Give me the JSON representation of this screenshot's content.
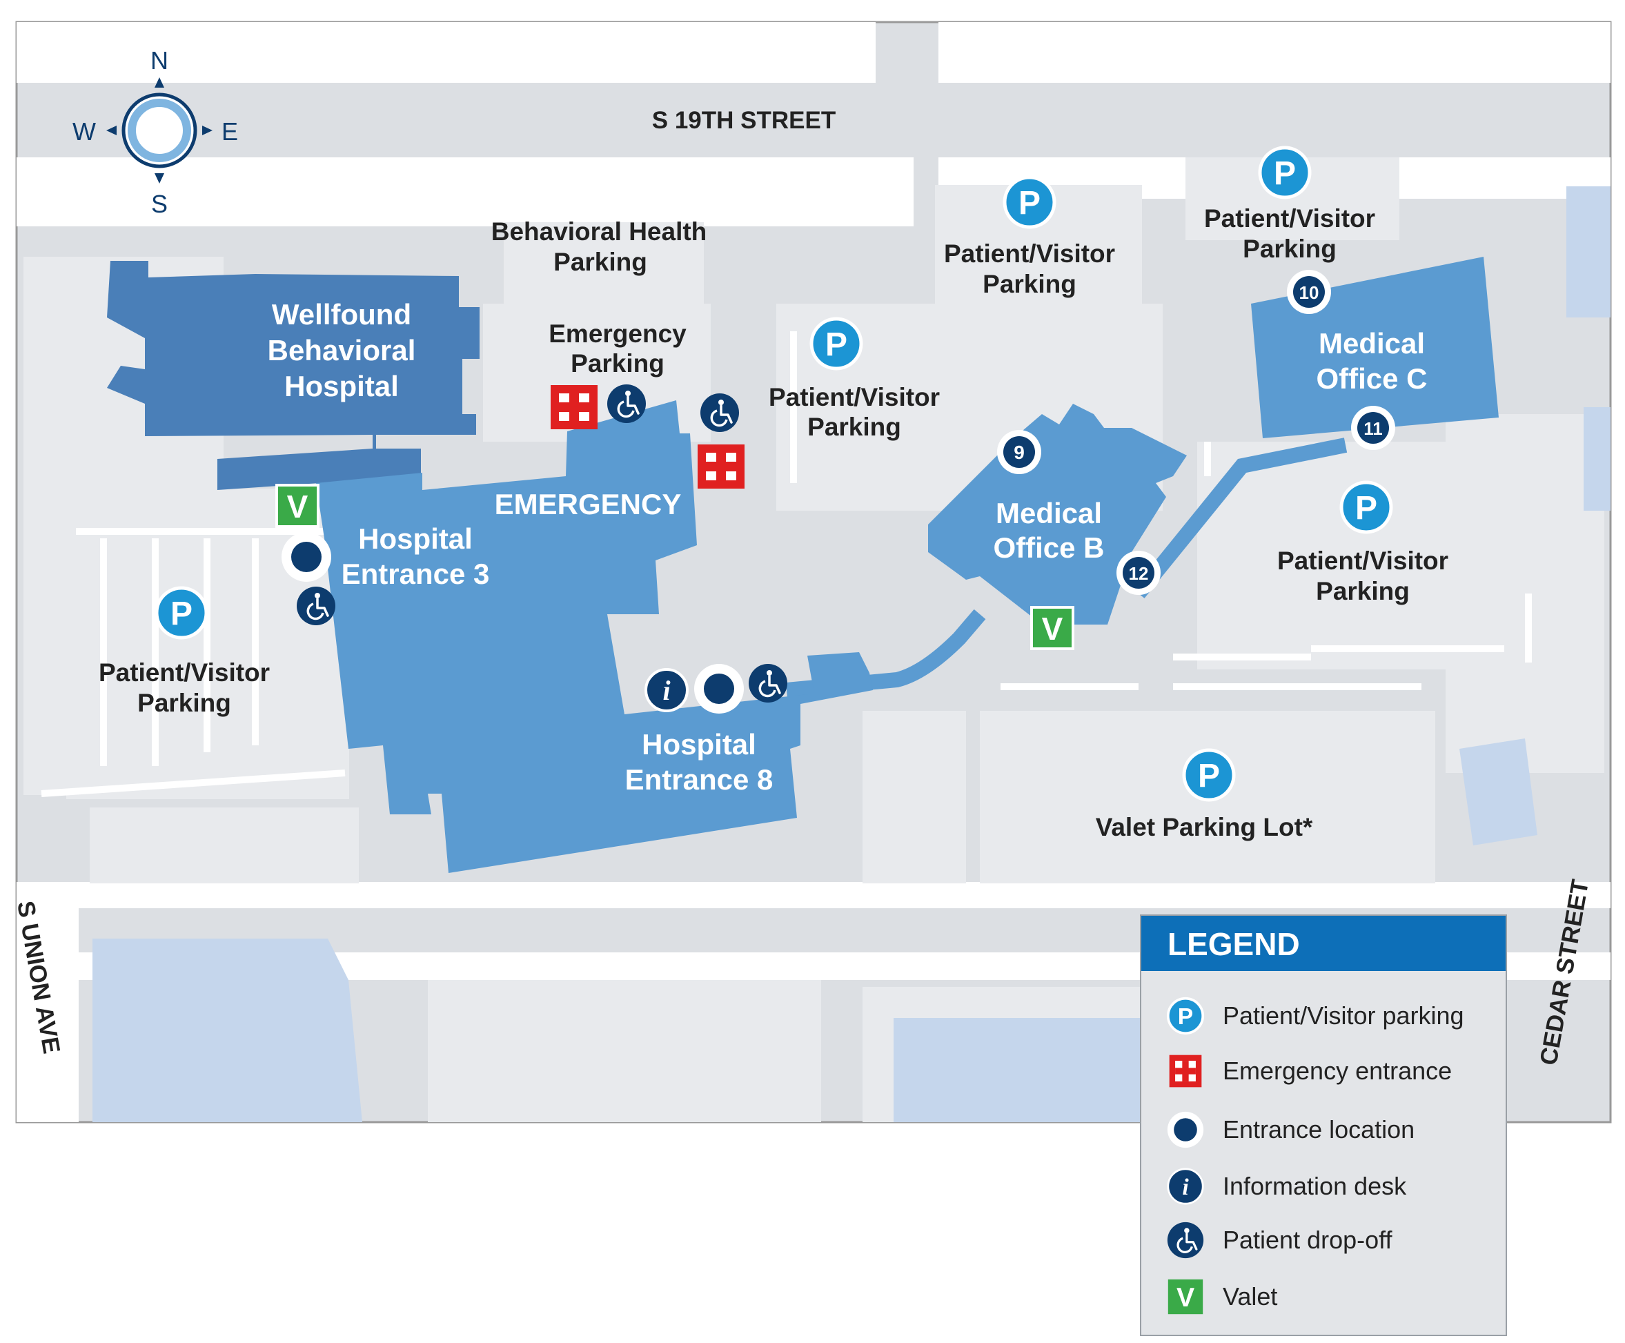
{
  "streets": {
    "north": "S 19TH STREET",
    "west": "S UNION AVE",
    "east": "CEDAR STREET"
  },
  "compass": {
    "n": "N",
    "s": "S",
    "e": "E",
    "w": "W"
  },
  "buildings": {
    "behavioral": [
      "Wellfound",
      "Behavioral",
      "Hospital"
    ],
    "emergency": "EMERGENCY",
    "entrance3": [
      "Hospital",
      "Entrance 3"
    ],
    "entrance8": [
      "Hospital",
      "Entrance 8"
    ],
    "office_b": [
      "Medical",
      "Office B"
    ],
    "office_c": [
      "Medical",
      "Office C"
    ]
  },
  "parking_labels": {
    "behavioral_health": [
      "Behavioral Health",
      "Parking"
    ],
    "emergency": [
      "Emergency",
      "Parking"
    ],
    "patient_visitor": [
      "Patient/Visitor",
      "Parking"
    ],
    "valet_lot": "Valet Parking Lot*"
  },
  "entrance_numbers": [
    "9",
    "10",
    "11",
    "12"
  ],
  "icon_glyphs": {
    "parking": "P",
    "valet": "V",
    "info": "i"
  },
  "legend": {
    "title": "LEGEND",
    "items": [
      {
        "icon": "parking-icon",
        "label": "Patient/Visitor parking"
      },
      {
        "icon": "emergency-cross-icon",
        "label": "Emergency entrance"
      },
      {
        "icon": "entrance-dot-icon",
        "label": "Entrance location"
      },
      {
        "icon": "info-icon",
        "label": "Information desk"
      },
      {
        "icon": "wheelchair-icon",
        "label": "Patient drop-off"
      },
      {
        "icon": "valet-icon",
        "label": "Valet"
      }
    ]
  },
  "colors": {
    "road": "#dcdfe3",
    "lot": "#e8eaed",
    "building": "#5b9bd1",
    "building_dark": "#4a7fb8",
    "navy": "#0d3c6e",
    "parking_blue": "#1c95d4",
    "emergency_red": "#e02020",
    "valet_green": "#3aaa48",
    "pale_blue": "#c5d6ec"
  }
}
